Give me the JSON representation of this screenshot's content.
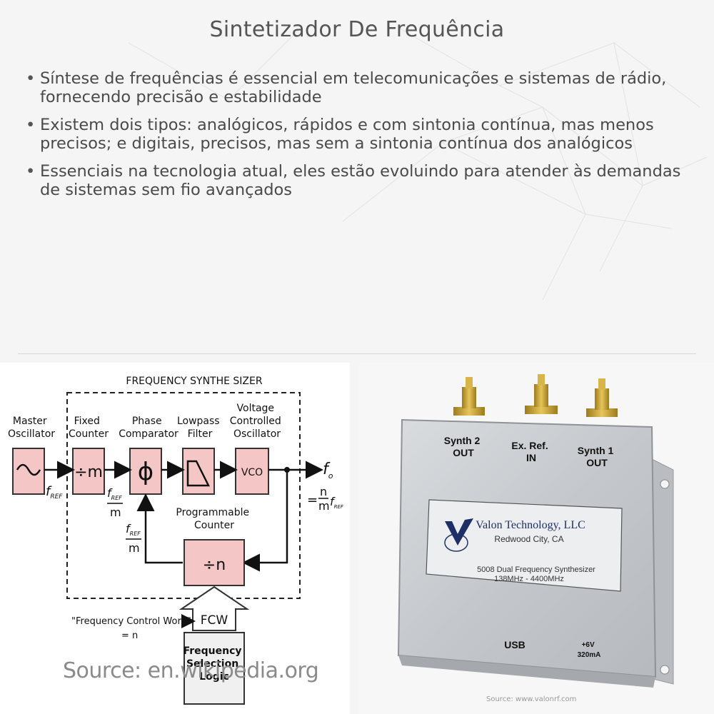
{
  "title": "Sintetizador De Frequência",
  "bullets": [
    "Síntese de frequências é essencial em telecomunicações e sistemas de rádio, fornecendo precisão e estabilidade",
    "Existem dois tipos: analógicos, rápidos e com sintonia contínua, mas menos precisos; e digitais, precisos, mas sem a sintonia contínua dos analógicos",
    "Essenciais na tecnologia atual, eles estão evoluindo para atender às demandas de sistemas sem fio avançados"
  ],
  "diagram": {
    "header": "FREQUENCY SYNTHE SIZER",
    "master_osc": [
      "Master",
      "Oscillator"
    ],
    "fixed_counter": [
      "Fixed",
      "Counter"
    ],
    "phase_comp": [
      "Phase",
      "Comparator"
    ],
    "lowpass": [
      "Lowpass",
      "Filter"
    ],
    "vco_label": [
      "Voltage",
      "Controlled",
      "Oscillator"
    ],
    "prog_counter": [
      "Programmable",
      "Counter"
    ],
    "div_m": "÷m",
    "div_n": "÷n",
    "phi": "ϕ",
    "vco": "VCO",
    "fcw": "FCW",
    "f_ref": "f",
    "ref_sub": "REF",
    "m": "m",
    "f_o": "f",
    "o_sub": "o",
    "eq_n": "n",
    "eq_m": "m",
    "fcw_label": "\"Frequency Control Word\"",
    "fcw_eq": "= n",
    "sel_logic": [
      "Frequency",
      "Selection",
      "Logic"
    ],
    "source": "Source: en.wikipedia.org"
  },
  "device": {
    "synth2": [
      "Synth 2",
      "OUT"
    ],
    "exref": [
      "Ex. Ref.",
      "IN"
    ],
    "synth1": [
      "Synth 1",
      "OUT"
    ],
    "company": "Valon Technology, LLC",
    "city": "Redwood City, CA",
    "model": "5008 Dual Frequency Synthesizer",
    "range": "138MHz - 4400MHz",
    "usb": "USB",
    "power": [
      "+6V",
      "320mA"
    ],
    "source": "Source: www.valonrf.com"
  },
  "colors": {
    "block_fill": "#f5c6c6",
    "block_stroke": "#333333",
    "title": "#555555",
    "text": "#4a4a4a",
    "connector_gold": "#c9a230"
  }
}
